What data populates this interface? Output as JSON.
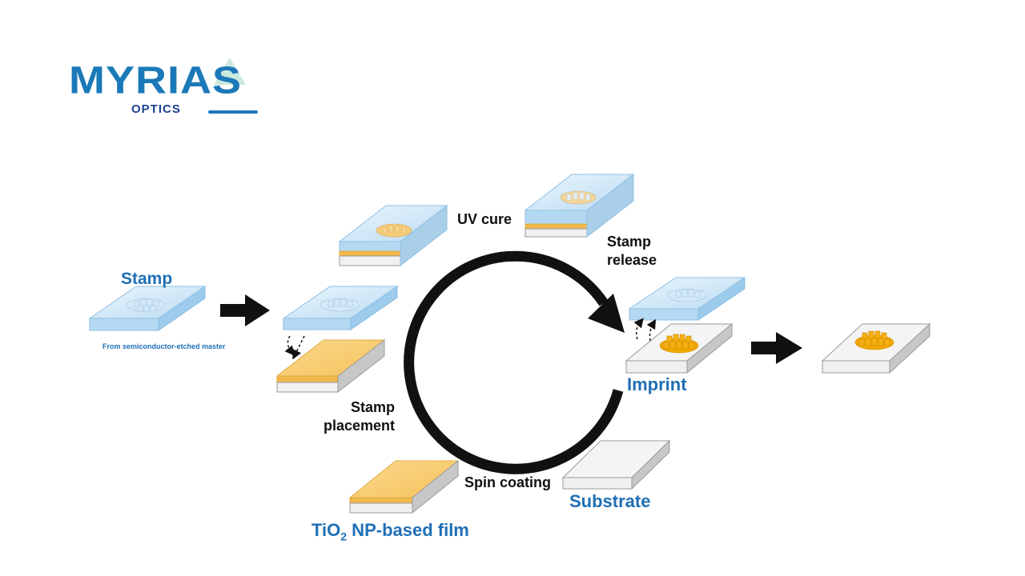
{
  "logo": {
    "main": "MYRIAS",
    "sub": "OPTICS"
  },
  "labels": {
    "stamp": "Stamp",
    "stamp_source": "From semiconductor-etched  master",
    "uv_cure": "UV cure",
    "stamp_release_1": "Stamp",
    "stamp_release_2": "release",
    "stamp_placement_1": "Stamp",
    "stamp_placement_2": "placement",
    "imprint": "Imprint",
    "spin_coating": "Spin coating",
    "substrate": "Substrate",
    "film_prefix": "TiO",
    "film_sub": "2",
    "film_suffix": " NP-based film"
  },
  "colors": {
    "label_blue": "#1f6fb5",
    "glass": "#cfe6f7",
    "film": "#f7c96a",
    "imprint": "#f2a900",
    "substrate": "#f0f0f0",
    "arrow": "#111111"
  }
}
